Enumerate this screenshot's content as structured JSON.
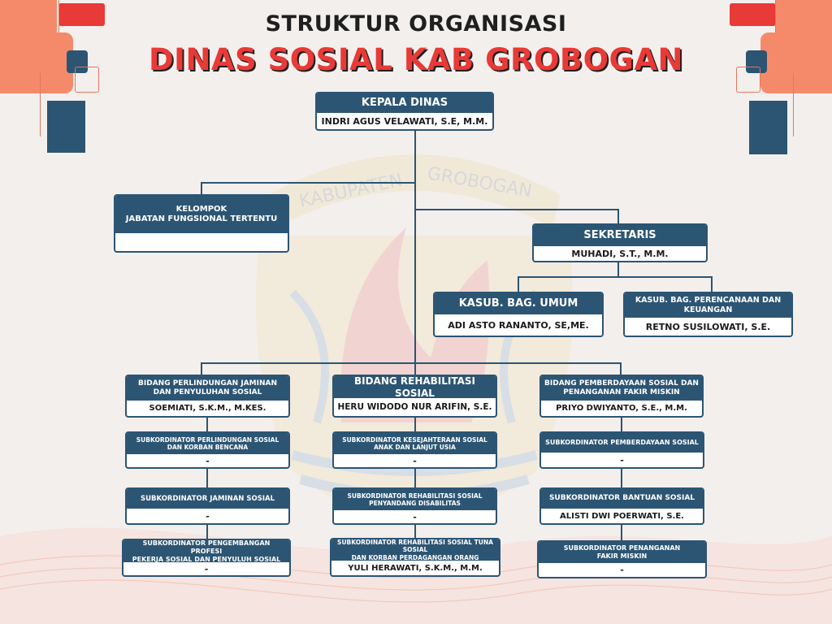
{
  "title": "STRUKTUR ORGANISASI",
  "subtitle": "DINAS SOSIAL  KAB GROBOGAN",
  "watermark": {
    "arc_text_left": "KABUPATEN",
    "arc_text_right": "GROBOGAN"
  },
  "colors": {
    "navy": "#2c5573",
    "red": "#e83a36",
    "salmon": "#f58a6a",
    "background": "#f3efed"
  },
  "nodes": {
    "kepala": {
      "title": "KEPALA DINAS",
      "name": "INDRI AGUS VELAWATI, S.E, M.M."
    },
    "kelompok": {
      "title_line1": "KELOMPOK",
      "title_line2": "JABATAN FUNGSIONAL TERTENTU",
      "name": ""
    },
    "sekretaris": {
      "title": "SEKRETARIS",
      "name": "MUHADI, S.T., M.M."
    },
    "umum": {
      "title": "KASUB. BAG. UMUM",
      "name": "ADI ASTO RANANTO, SE,ME."
    },
    "perencanaan": {
      "title_line1": "KASUB. BAG. PERENCANAAN DAN",
      "title_line2": "KEUANGAN",
      "name": "RETNO SUSILOWATI, S.E."
    },
    "bidang1": {
      "title_line1": "BIDANG PERLINDUNGAN JAMINAN",
      "title_line2": "DAN PENYULUHAN SOSIAL",
      "name": "SOEMIATI, S.K.M., M.KES."
    },
    "bidang2": {
      "title": "BIDANG REHABILITASI SOSIAL",
      "name": "HERU WIDODO NUR ARIFIN, S.E."
    },
    "bidang3": {
      "title_line1": "BIDANG PEMBERDAYAAN SOSIAL DAN",
      "title_line2": "PENANGANAN FAKIR MISKIN",
      "name": "PRIYO DWIYANTO, S.E., M.M."
    },
    "sub1a": {
      "title_line1": "SUBKORDINATOR PERLINDUNGAN SOSIAL",
      "title_line2": "DAN KORBAN BENCANA",
      "name": "-"
    },
    "sub1b": {
      "title": "SUBKORDINATOR JAMINAN SOSIAL",
      "name": "-"
    },
    "sub1c": {
      "title_line1": "SUBKORDINATOR PENGEMBANGAN PROFESI",
      "title_line2": "PEKERJA SOSIAL DAN PENYULUH SOSIAL",
      "name": "-"
    },
    "sub2a": {
      "title_line1": "SUBKORDINATOR KESEJAHTERAAN SOSIAL",
      "title_line2": "ANAK DAN LANJUT USIA",
      "name": "-"
    },
    "sub2b": {
      "title_line1": "SUBKORDINATOR REHABILITASI SOSIAL",
      "title_line2": "PENYANDANG DISABILITAS",
      "name": "-"
    },
    "sub2c": {
      "title_line1": "SUBKORDINATOR  REHABILITASI SOSIAL TUNA SOSIAL",
      "title_line2": "DAN KORBAN PERDAGANGAN ORANG",
      "name": "YULI HERAWATI, S.K.M., M.M."
    },
    "sub3a": {
      "title": "SUBKORDINATOR PEMBERDAYAAN SOSIAL",
      "name": "-"
    },
    "sub3b": {
      "title": "SUBKORDINATOR BANTUAN SOSIAL",
      "name": "ALISTI DWI POERWATI, S.E."
    },
    "sub3c": {
      "title_line1": "SUBKORDINATOR  PENANGANAN",
      "title_line2": "FAKIR MISKIN",
      "name": "-"
    }
  }
}
